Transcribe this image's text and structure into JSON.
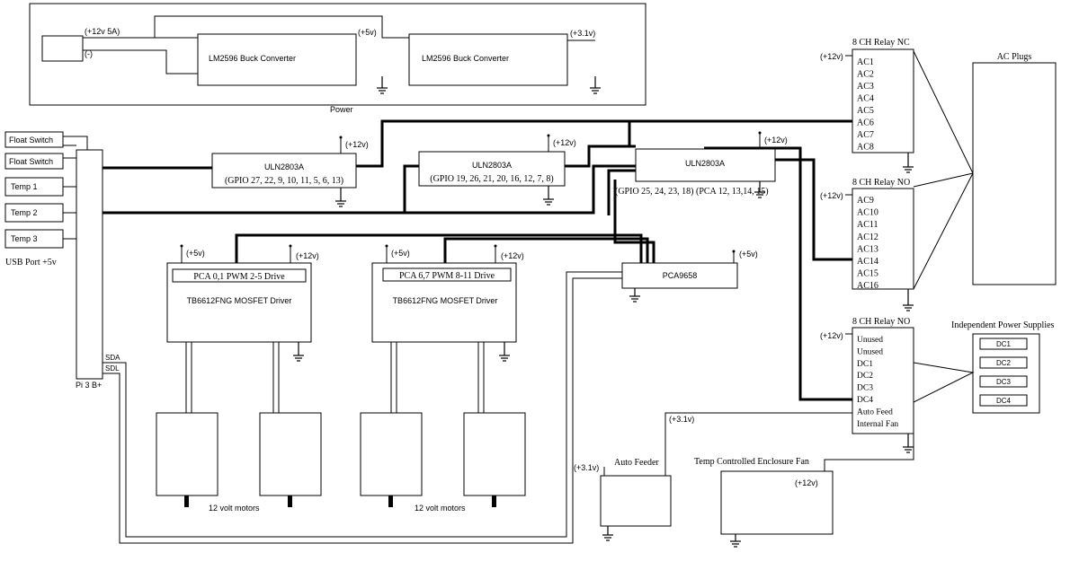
{
  "power": {
    "section_label": "Power",
    "input_pos": "(+12v 5A)",
    "input_neg": "(-)",
    "buck1": "LM2596 Buck Converter",
    "buck1_out": "(+5v)",
    "buck2": "LM2596 Buck Converter",
    "buck2_out": "(+3.1v)"
  },
  "pi": {
    "label": "Pi 3 B+",
    "usb": "USB Port +5v",
    "sda": "SDA",
    "sdl": "SDL",
    "inputs": [
      "Float Switch",
      "Float Switch",
      "Temp 1",
      "Temp 2",
      "Temp 3"
    ]
  },
  "uln": [
    {
      "name": "ULN2803A",
      "pins": "(GPIO 27, 22, 9, 10, 11, 5, 6, 13)",
      "supply": "(+12v)"
    },
    {
      "name": "ULN2803A",
      "pins": "(GPIO 19, 26, 21, 20, 16, 12, 7, 8)",
      "supply": "(+12v)"
    },
    {
      "name": "ULN2803A",
      "pins": "(GPIO 25, 24, 23, 18)   (PCA 12, 13,14, 15)",
      "supply": "(+12v)"
    }
  ],
  "drivers": [
    {
      "pwm": "PCA 0,1 PWM 2-5 Drive",
      "name": "TB6612FNG MOSFET Driver",
      "v5": "(+5v)",
      "v12": "(+12v)"
    },
    {
      "pwm": "PCA 6,7 PWM 8-11 Drive",
      "name": "TB6612FNG MOSFET Driver",
      "v5": "(+5v)",
      "v12": "(+12v)"
    }
  ],
  "motors_label": "12 volt motors",
  "pca": {
    "name": "PCA9658",
    "supply": "(+5v)"
  },
  "relays": [
    {
      "title": "8 CH Relay NC",
      "supply": "(+12v)",
      "channels": [
        "AC1",
        "AC2",
        "AC3",
        "AC4",
        "AC5",
        "AC6",
        "AC7",
        "AC8"
      ]
    },
    {
      "title": "8 CH Relay NO",
      "supply": "(+12v)",
      "channels": [
        "AC9",
        "AC10",
        "AC11",
        "AC12",
        "AC13",
        "AC14",
        "AC15",
        "AC16"
      ]
    },
    {
      "title": "8 CH Relay NO",
      "supply": "(+12v)",
      "channels": [
        "Unused",
        "Unused",
        "DC1",
        "DC2",
        "DC3",
        "DC4",
        "Auto Feed",
        "Internal Fan"
      ]
    }
  ],
  "ac_plugs": "AC Plugs",
  "ips": {
    "title": "Independent Power Supplies",
    "items": [
      "DC1",
      "DC2",
      "DC3",
      "DC4"
    ]
  },
  "auto_feeder": {
    "label": "Auto Feeder",
    "supply": "(+3.1v)",
    "feed": "(+3.1v)"
  },
  "enclosure_fan": {
    "label": "Temp Controlled Enclosure Fan",
    "supply": "(+12v)"
  }
}
